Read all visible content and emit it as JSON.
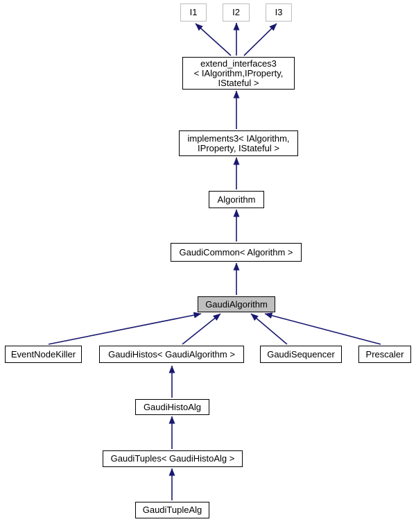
{
  "diagram": {
    "type": "class-inheritance-graph",
    "colors": {
      "background": "#ffffff",
      "arrow": "#191970",
      "box_border": "#000000",
      "external_box_border": "#bdbdbd",
      "highlight_fill": "#bfbfbf"
    },
    "nodes": {
      "i1": {
        "label": "I1",
        "style": "external"
      },
      "i2": {
        "label": "I2",
        "style": "external"
      },
      "i3": {
        "label": "I3",
        "style": "external"
      },
      "extend_interfaces3": {
        "label": "extend_interfaces3\n< IAlgorithm,IProperty,\nIStateful >",
        "style": "normal"
      },
      "implements3": {
        "label": "implements3< IAlgorithm,\nIProperty, IStateful >",
        "style": "normal"
      },
      "algorithm": {
        "label": "Algorithm",
        "style": "normal"
      },
      "gaudi_common": {
        "label": "GaudiCommon< Algorithm >",
        "style": "normal"
      },
      "gaudi_algorithm": {
        "label": "GaudiAlgorithm",
        "style": "highlight"
      },
      "event_node_killer": {
        "label": "EventNodeKiller",
        "style": "normal"
      },
      "gaudi_histos": {
        "label": "GaudiHistos< GaudiAlgorithm >",
        "style": "normal"
      },
      "gaudi_sequencer": {
        "label": "GaudiSequencer",
        "style": "normal"
      },
      "prescaler": {
        "label": "Prescaler",
        "style": "normal"
      },
      "gaudi_histo_alg": {
        "label": "GaudiHistoAlg",
        "style": "normal"
      },
      "gaudi_tuples": {
        "label": "GaudiTuples< GaudiHistoAlg >",
        "style": "normal"
      },
      "gaudi_tuple_alg": {
        "label": "GaudiTupleAlg",
        "style": "normal"
      }
    },
    "edges": [
      {
        "from": "extend_interfaces3",
        "to": "i1"
      },
      {
        "from": "extend_interfaces3",
        "to": "i2"
      },
      {
        "from": "extend_interfaces3",
        "to": "i3"
      },
      {
        "from": "implements3",
        "to": "extend_interfaces3"
      },
      {
        "from": "algorithm",
        "to": "implements3"
      },
      {
        "from": "gaudi_common",
        "to": "algorithm"
      },
      {
        "from": "gaudi_algorithm",
        "to": "gaudi_common"
      },
      {
        "from": "event_node_killer",
        "to": "gaudi_algorithm"
      },
      {
        "from": "gaudi_histos",
        "to": "gaudi_algorithm"
      },
      {
        "from": "gaudi_sequencer",
        "to": "gaudi_algorithm"
      },
      {
        "from": "prescaler",
        "to": "gaudi_algorithm"
      },
      {
        "from": "gaudi_histo_alg",
        "to": "gaudi_histos"
      },
      {
        "from": "gaudi_tuples",
        "to": "gaudi_histo_alg"
      },
      {
        "from": "gaudi_tuple_alg",
        "to": "gaudi_tuples"
      }
    ]
  }
}
